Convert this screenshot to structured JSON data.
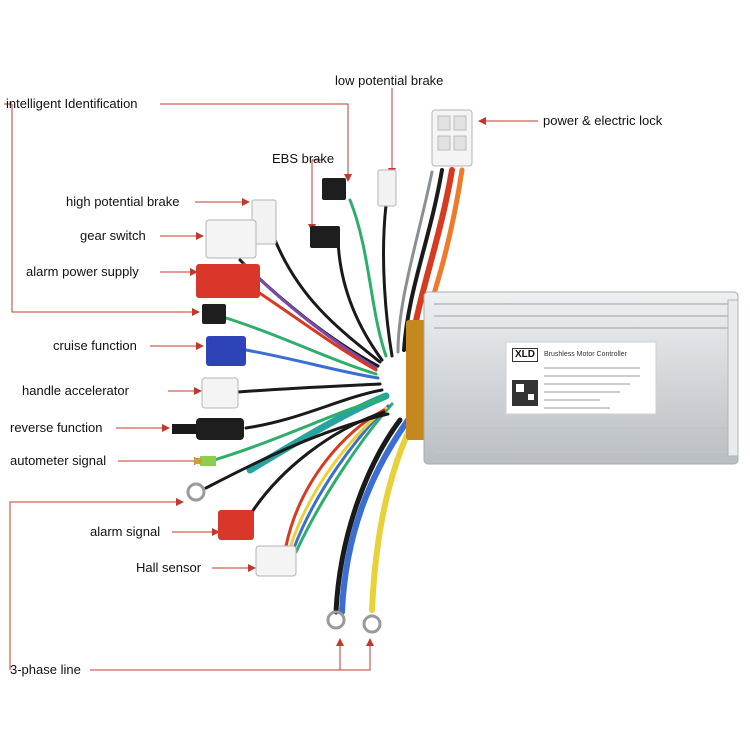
{
  "labels": {
    "low_potential_brake": "low potential brake",
    "intelligent_identification": "intelligent Identification",
    "power_electric_lock": "power & electric lock",
    "ebs_brake": "EBS brake",
    "high_potential_brake": "high potential brake",
    "gear_switch": "gear switch",
    "alarm_power_supply": "alarm power supply",
    "cruise_function": "cruise function",
    "handle_accelerator": "handle accelerator",
    "reverse_function": "reverse function",
    "autometer_signal": "autometer signal",
    "alarm_signal": "alarm signal",
    "hall_sensor": "Hall sensor",
    "three_phase_line": "3-phase line"
  },
  "controller_label": {
    "brand": "XLD",
    "title": "Brushless Motor Controller"
  },
  "colors": {
    "leader_line": "#c0392b",
    "housing": "#d9dde0",
    "red_wire": "#d63a1f",
    "orange_wire": "#ee7a2a",
    "blue_wire": "#3b6ed1",
    "yellow_wire": "#e8d23a",
    "green_wire": "#2fae6a",
    "black_wire": "#1a1a1a"
  }
}
